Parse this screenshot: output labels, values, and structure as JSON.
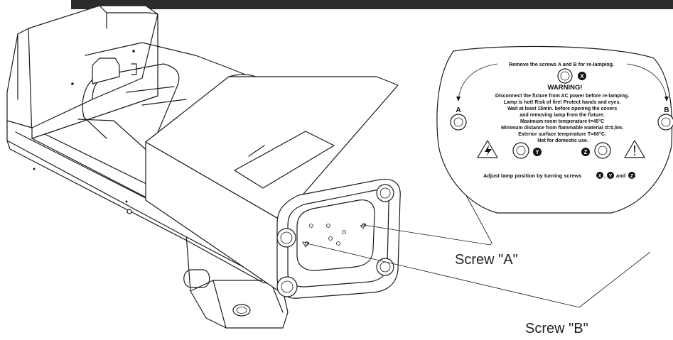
{
  "callouts": {
    "screw_a": "Screw \"A\"",
    "screw_b": "Screw \"B\""
  },
  "label_plate": {
    "top_line": "Remove the screws A and B for re-lamping.",
    "warning_title": "WARNING!",
    "warning_lines": [
      "Disconnect the fixture from AC power before re-lamping.",
      "Lamp is hot! Risk of fire! Protect hands and eyes.",
      "Wait at least 15min. before opening the covers",
      "and removing lamp from the fixture.",
      "Maximum room temperature t=45°C",
      "Minimum distance from flammable material d=0,5m.",
      "Exterior surface temperature T=60°C.",
      "Not for domestic use."
    ],
    "side_a": "A",
    "side_b": "B",
    "screw_x": "X",
    "screw_y": "Y",
    "screw_z": "Z",
    "bottom_line_prefix": "Adjust lamp position by turning screws",
    "bottom_line_sep1": ",",
    "bottom_line_and": "and"
  }
}
